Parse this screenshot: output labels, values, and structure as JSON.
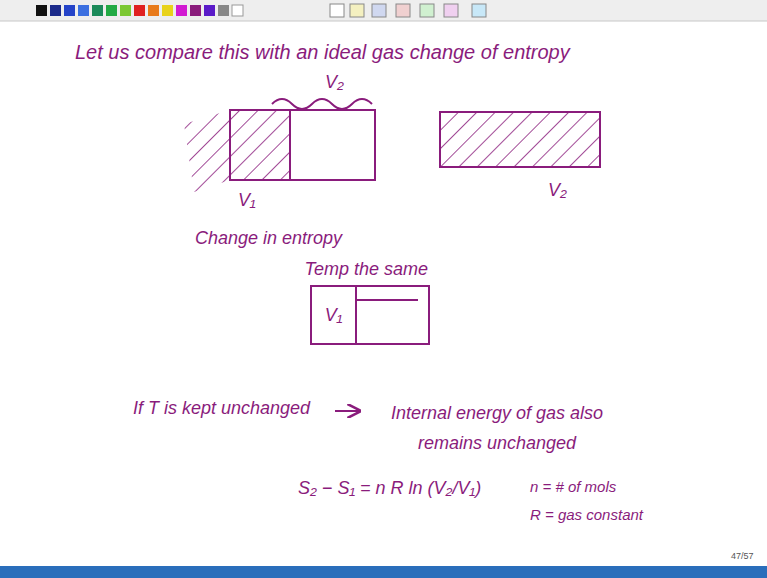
{
  "diagram": {
    "title": "Let us compare this with an ideal gas change of entropy",
    "nodes": [
      {
        "text": [
          "Temp the same"
        ]
      },
      {
        "text": [
          "V₁"
        ],
        "in": 0
      }
    ],
    "labels": [
      "V₂",
      "V₁",
      "V₂",
      "Change in entropy",
      "If T is kept unchanged",
      "Internal energy of gas also remains unchanged",
      "S₂ − S₁ = n R ln (V₂/V₁)",
      "n = # of mols",
      "R = gas constant",
      "47/57"
    ]
  }
}
